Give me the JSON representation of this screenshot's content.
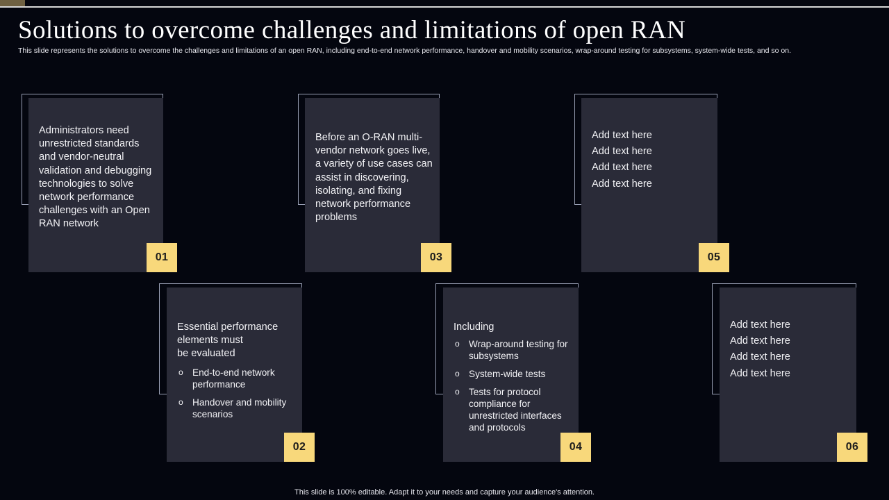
{
  "header": {
    "title": "Solutions to overcome challenges and limitations of open RAN",
    "subtitle": "This slide represents the solutions to overcome the challenges and limitations of an open RAN,  including end-to-end network performance, handover and mobility scenarios, wrap-around testing for subsystems, system-wide tests, and so on."
  },
  "footer": {
    "note": "This slide is 100% editable. Adapt it to your needs and capture your audience's attention."
  },
  "theme": {
    "background": "#04060f",
    "card_fill": "#2a2b38",
    "frame_stroke": "#9aa0b5",
    "badge_fill": "#f8d87b",
    "badge_text": "#1d1d1d",
    "text": "#f2f2f5",
    "top_rule": "#d8d8d8",
    "top_tab": "#6f6142"
  },
  "cards": [
    {
      "badge": "01",
      "paragraph": "Administrators need unrestricted standards and vendor-neutral validation and debugging technologies to solve network performance challenges with an Open RAN network",
      "heading": "",
      "bullets": [],
      "lines": []
    },
    {
      "badge": "02",
      "paragraph": "",
      "heading": "Essential performance elements must\nbe evaluated",
      "bullets": [
        "End-to-end network performance",
        "Handover and mobility scenarios"
      ],
      "lines": [],
      "bullet_marker": "o"
    },
    {
      "badge": "03",
      "paragraph": "Before an O-RAN multi-vendor  network goes live, a variety of use cases can assist in discovering, isolating, and fixing network performance problems",
      "heading": "",
      "bullets": [],
      "lines": []
    },
    {
      "badge": "04",
      "paragraph": "",
      "heading": "Including",
      "bullets": [
        "Wrap-around testing for subsystems",
        "System-wide tests",
        "Tests for protocol compliance for unrestricted interfaces and protocols"
      ],
      "lines": [],
      "bullet_marker": "o"
    },
    {
      "badge": "05",
      "paragraph": "",
      "heading": "",
      "bullets": [],
      "lines": [
        "Add text here",
        "Add text here",
        "Add text here",
        "Add text here"
      ]
    },
    {
      "badge": "06",
      "paragraph": "",
      "heading": "",
      "bullets": [],
      "lines": [
        "Add text here",
        "Add text here",
        "Add text here",
        "Add text here"
      ]
    }
  ]
}
